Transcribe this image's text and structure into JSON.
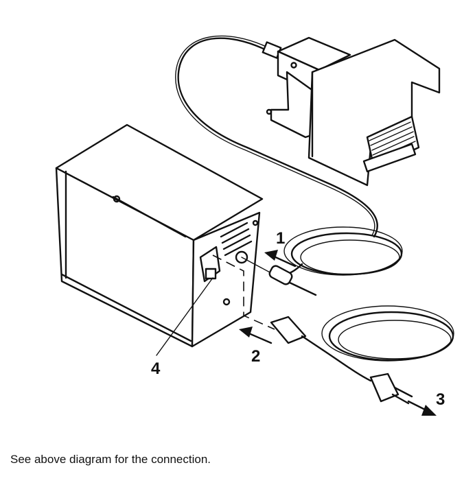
{
  "diagram": {
    "labels": {
      "foot_switch_connector": "1",
      "power_cord_connector": "2",
      "mains_plug": "3",
      "power_switch": "4"
    },
    "colors": {
      "ink": "#111111",
      "background": "#ffffff"
    }
  },
  "caption": {
    "text": "See above diagram for the connection."
  }
}
